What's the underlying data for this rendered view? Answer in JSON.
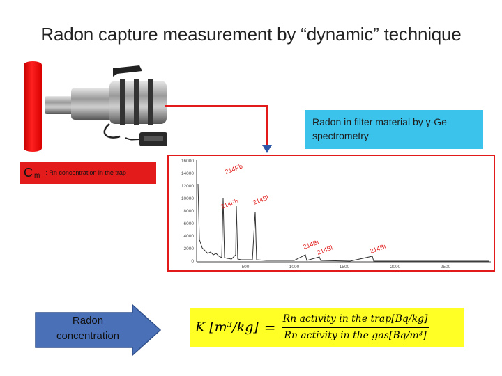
{
  "slide": {
    "title": "Radon capture measurement by “dynamic” technique"
  },
  "spectrometry_box": {
    "text_line1": "Radon in filter material by γ-Ge",
    "text_line2": "spectrometry",
    "color": "#3cc3ec"
  },
  "trap_label": {
    "symbol": "C",
    "subscript": "m",
    "description": ": Rn concentration in the trap",
    "color": "#e31b1b"
  },
  "radon_arrow": {
    "line1": "Radon",
    "line2": "concentration",
    "color": "#4a70b8"
  },
  "formula": {
    "lhs_symbol": "K",
    "lhs_units": "[m³/kg]",
    "equals": "=",
    "numerator": "Rn activity in the trap[Bq/kg]",
    "denominator": "Rn activity in the gas[Bq/m³]",
    "background": "#ffff26"
  },
  "spectrum": {
    "y_ticks": [
      "16000",
      "14000",
      "12000",
      "10000",
      "8000",
      "6000",
      "4000",
      "2000",
      "0"
    ],
    "x_ticks": [
      "500",
      "1000",
      "1500",
      "2000",
      "2500"
    ],
    "peak_labels": [
      "214Pb",
      "214Pb",
      "214Bi",
      "214Bi",
      "214Bi",
      "214Bi"
    ],
    "border_color": "#e21a1a"
  }
}
